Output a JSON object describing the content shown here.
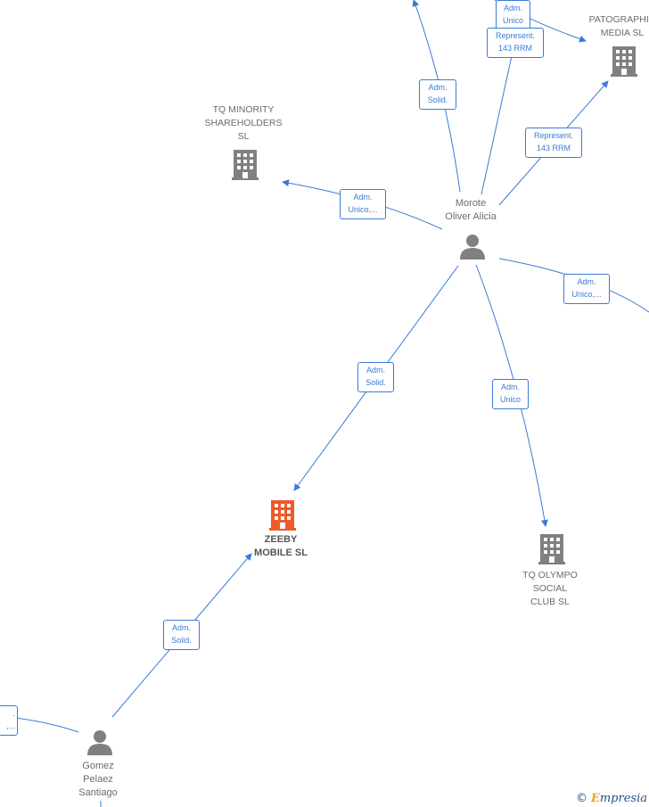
{
  "colors": {
    "edge": "#3a7bd5",
    "node": "#808080",
    "focus": "#f05a28"
  },
  "nodes": {
    "morote": {
      "lines": [
        "Morote",
        "Oliver Alicia"
      ],
      "icon": "person-icon"
    },
    "gomez": {
      "lines": [
        "Gomez",
        "Pelaez",
        "Santiago"
      ],
      "icon": "person-icon"
    },
    "zeeby": {
      "lines": [
        "ZEEBY",
        "MOBILE  SL"
      ],
      "icon": "building-icon",
      "focus": true
    },
    "tq_minority": {
      "lines": [
        "TQ MINORITY",
        "SHAREHOLDERS",
        "SL"
      ],
      "icon": "building-icon"
    },
    "patographic": {
      "lines": [
        "PATOGRAPHIC",
        "MEDIA  SL"
      ],
      "icon": "building-icon"
    },
    "tq_olympo": {
      "lines": [
        "TQ OLYMPO",
        "SOCIAL",
        "CLUB  SL"
      ],
      "icon": "building-icon"
    }
  },
  "edges": [
    {
      "id": "e1",
      "lines": [
        "Adm.",
        "Unico"
      ]
    },
    {
      "id": "e2",
      "lines": [
        "Represent.",
        "143 RRM"
      ]
    },
    {
      "id": "e3",
      "lines": [
        "Adm.",
        "Solid."
      ]
    },
    {
      "id": "e4",
      "lines": [
        "Represent.",
        "143 RRM"
      ]
    },
    {
      "id": "e5",
      "lines": [
        "Adm.",
        "Unico,..."
      ]
    },
    {
      "id": "e6",
      "lines": [
        "Adm.",
        "Unico,..."
      ]
    },
    {
      "id": "e7",
      "lines": [
        "Adm.",
        "Solid."
      ]
    },
    {
      "id": "e8",
      "lines": [
        "Adm.",
        "Unico"
      ]
    },
    {
      "id": "e9",
      "lines": [
        "Adm.",
        "Solid."
      ]
    },
    {
      "id": "e10",
      "lines": [
        ".",
        ",..."
      ]
    }
  ],
  "brand": {
    "copyright": "©",
    "initial": "E",
    "name": "mpresia"
  }
}
